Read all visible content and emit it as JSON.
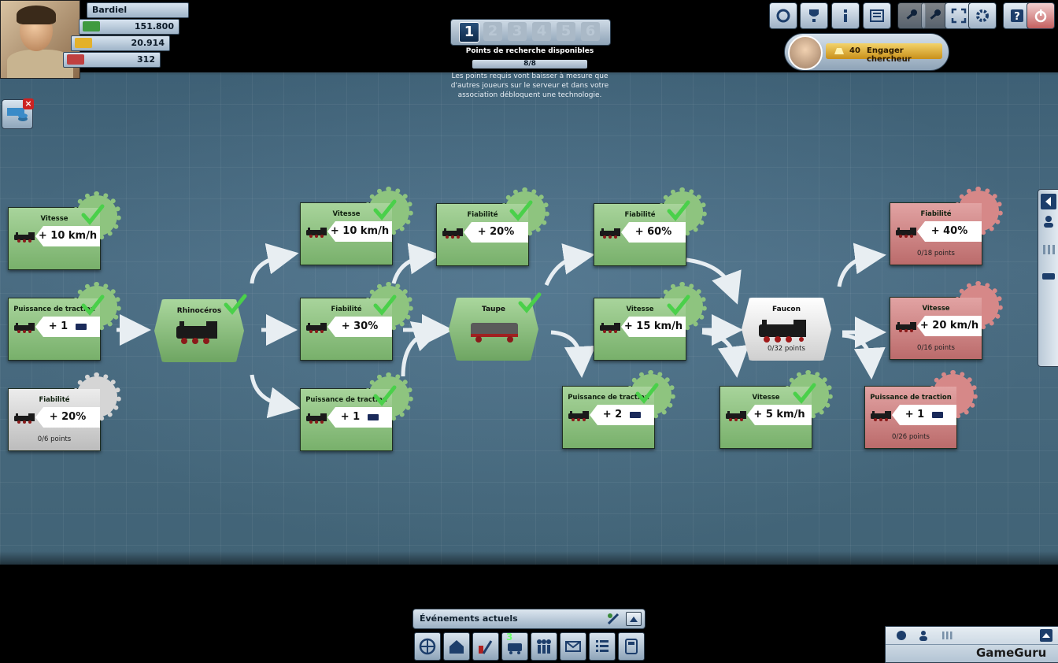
{
  "player": {
    "name": "Bardiel",
    "money": "151.800",
    "gold": "20.914",
    "prestige": "312"
  },
  "research": {
    "stages": [
      "1",
      "2",
      "3",
      "4",
      "5",
      "6"
    ],
    "title": "Points de recherche disponibles",
    "points": "8/8",
    "note": "Les points requis vont baisser à mesure que d'autres joueurs sur le serveur et dans votre association débloquent une technologie."
  },
  "hire": {
    "count": "40",
    "label": "Engager chercheur"
  },
  "events": {
    "label": "Événements actuels"
  },
  "badge": "3",
  "watermark": "GameGuru",
  "colors": {
    "researched": "#8ec47f",
    "available": "#d5d5d5",
    "locked": "#d68888",
    "accent": "#f3d36a"
  },
  "icons": {
    "top_buttons": [
      "headset-icon",
      "trophy-icon",
      "info-icon",
      "news-icon",
      "key-icon",
      "key-icon",
      "fullscreen-icon",
      "settings-icon",
      "help-icon",
      "power-icon"
    ],
    "bottom_buttons": [
      "globe-icon",
      "depot-icon",
      "build-icon",
      "train-icon",
      "staff-icon",
      "mail-icon",
      "list-icon",
      "calculator-icon"
    ]
  },
  "cards": [
    {
      "id": "c1",
      "title": "Vitesse",
      "value": "+ 10 km/h",
      "state": "green",
      "checked": true
    },
    {
      "id": "c2",
      "title": "Puissance de traction",
      "value": "+ 1",
      "state": "green",
      "checked": true,
      "wagon": true
    },
    {
      "id": "c3",
      "title": "Fiabilité",
      "value": "+ 20%",
      "state": "gray",
      "points": "0/6 points"
    },
    {
      "id": "c4",
      "title": "Vitesse",
      "value": "+ 10 km/h",
      "state": "green",
      "checked": true
    },
    {
      "id": "c5",
      "title": "Fiabilité",
      "value": "+ 30%",
      "state": "green",
      "checked": true
    },
    {
      "id": "c6",
      "title": "Puissance de traction",
      "value": "+ 1",
      "state": "green",
      "checked": true,
      "wagon": true
    },
    {
      "id": "c7",
      "title": "Fiabilité",
      "value": "+ 20%",
      "state": "green",
      "checked": true
    },
    {
      "id": "c8",
      "title": "Fiabilité",
      "value": "+ 60%",
      "state": "green",
      "checked": true
    },
    {
      "id": "c9",
      "title": "Vitesse",
      "value": "+ 15 km/h",
      "state": "green",
      "checked": true
    },
    {
      "id": "c10",
      "title": "Puissance de traction",
      "value": "+ 2",
      "state": "green",
      "checked": true,
      "wagon": true
    },
    {
      "id": "c11",
      "title": "Vitesse",
      "value": "+ 5 km/h",
      "state": "green",
      "checked": true
    },
    {
      "id": "c12",
      "title": "Fiabilité",
      "value": "+ 40%",
      "state": "red",
      "points": "0/18 points"
    },
    {
      "id": "c13",
      "title": "Vitesse",
      "value": "+ 20 km/h",
      "state": "red",
      "points": "0/16 points"
    },
    {
      "id": "c14",
      "title": "Puissance de traction",
      "value": "+ 1",
      "state": "red",
      "points": "0/26 points",
      "wagon": true
    }
  ],
  "locos": [
    {
      "id": "l1",
      "name": "Rhinocéros",
      "state": "green",
      "checked": true
    },
    {
      "id": "l2",
      "name": "Taupe",
      "state": "green",
      "checked": true
    },
    {
      "id": "l3",
      "name": "Faucon",
      "state": "white",
      "points": "0/32 points"
    }
  ]
}
